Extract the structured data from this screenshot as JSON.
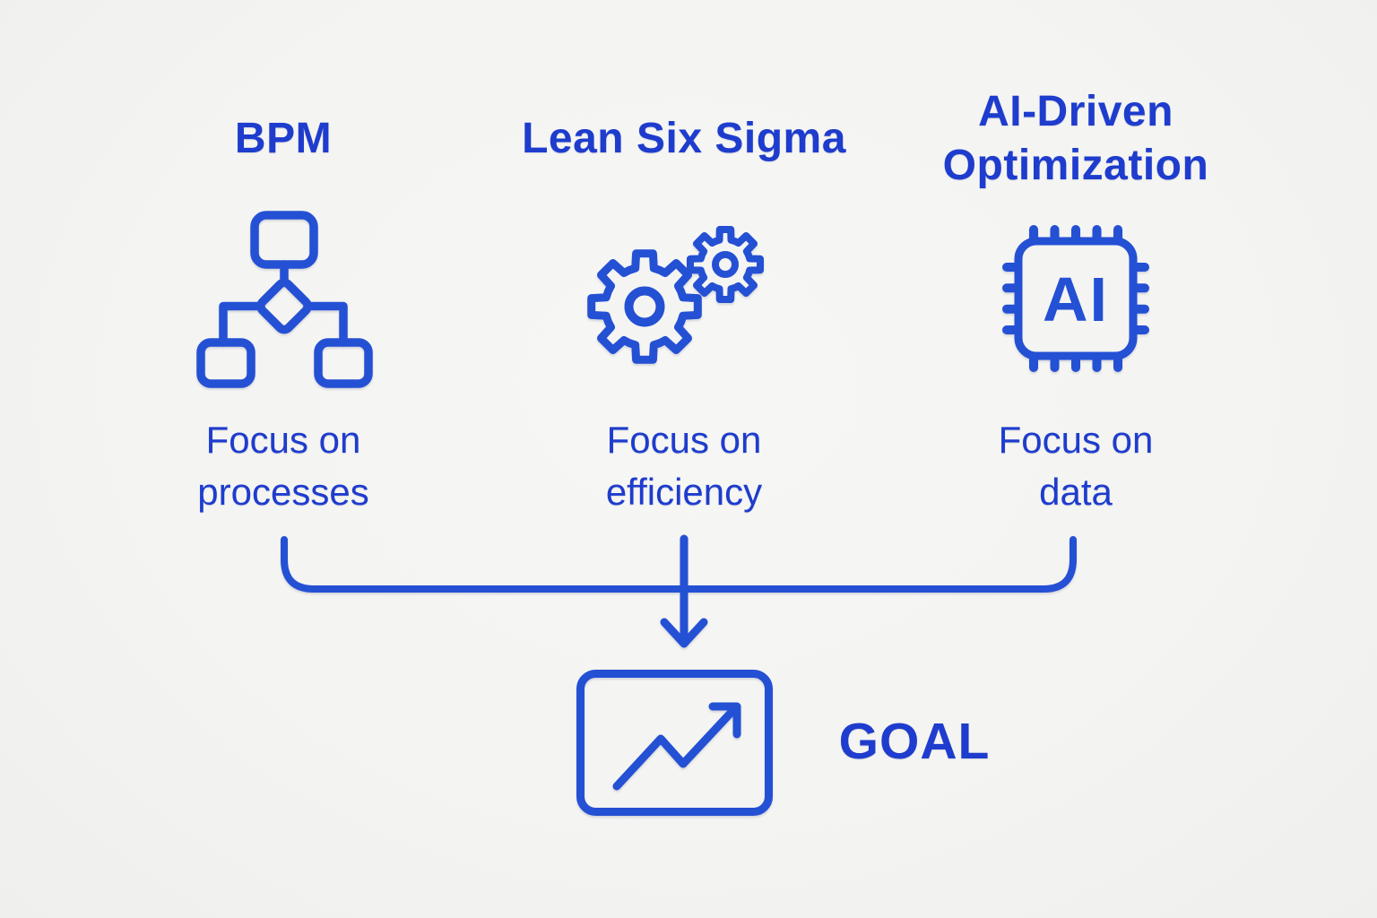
{
  "colors": {
    "background": "#f4f4f2",
    "text_blue": "#1e3ccd",
    "icon_blue": "#2450d4"
  },
  "columns": [
    {
      "title": "BPM",
      "icon": "flowchart-icon",
      "caption": "Focus on processes"
    },
    {
      "title": "Lean Six Sigma",
      "icon": "gears-icon",
      "caption": "Focus on efficiency"
    },
    {
      "title": "AI-Driven Optimization",
      "icon": "ai-chip-icon",
      "caption": "Focus on data"
    }
  ],
  "chip_label": "AI",
  "goal_label": "GOAL"
}
